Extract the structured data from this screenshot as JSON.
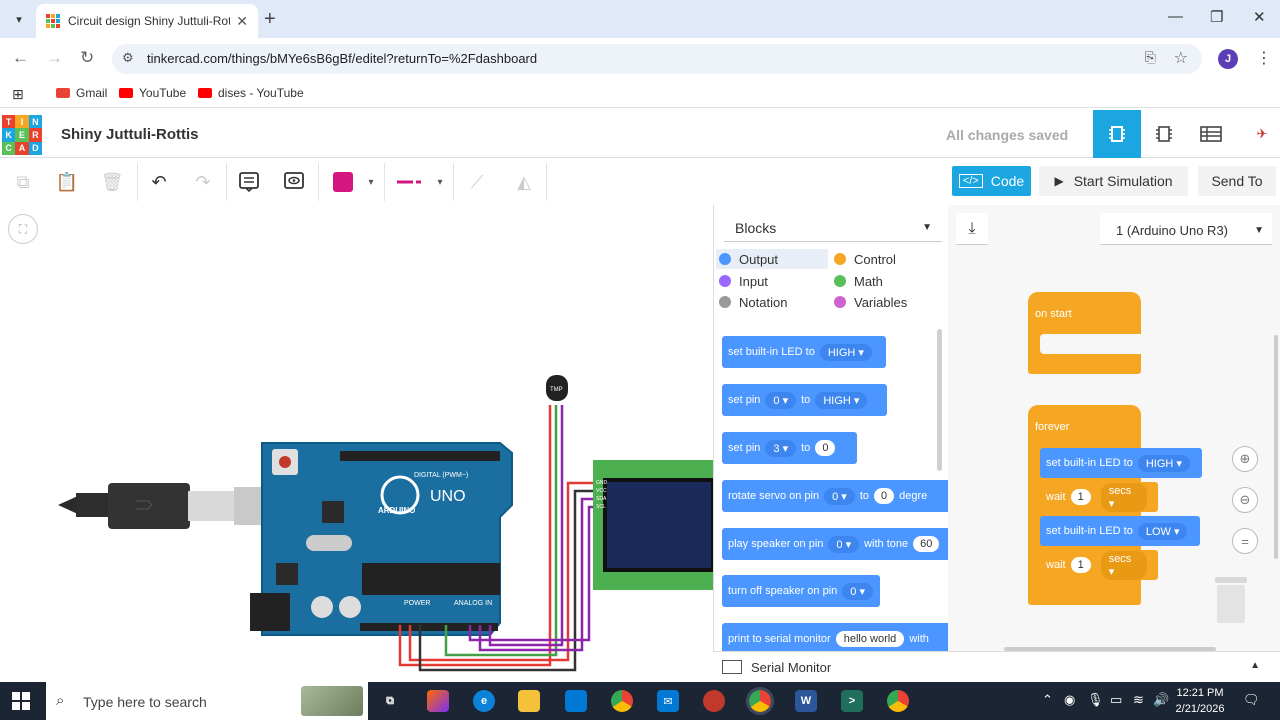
{
  "browser": {
    "tab_title": "Circuit design Shiny Juttuli-Rottis",
    "url": "tinkercad.com/things/bMYe6sB6gBf/editel?returnTo=%2Fdashboard",
    "profile_initial": "J",
    "bookmarks": [
      {
        "label": "Gmail",
        "color": "#ea4335"
      },
      {
        "label": "YouTube",
        "color": "#ff0000"
      },
      {
        "label": "dises - YouTube",
        "color": "#ff0000"
      }
    ]
  },
  "app": {
    "logo_letters": [
      "T",
      "I",
      "N",
      "K",
      "E",
      "R",
      "C",
      "A",
      "D"
    ],
    "project_name": "Shiny Juttuli-Rottis",
    "save_status": "All changes saved",
    "accent": "#1ba5e1",
    "wire_color": "#d4167f"
  },
  "toolbar": {
    "code_label": "Code",
    "start_sim_label": "Start Simulation",
    "send_to_label": "Send To"
  },
  "circuit": {
    "arduino_label": "ARDUINO",
    "uno_label": "UNO",
    "digital_label": "DIGITAL (PWM~)",
    "power_label": "POWER",
    "analog_label": "ANALOG IN",
    "sensor_label": "TMP",
    "lcd_pins": [
      "GND",
      "VCC",
      "SDA",
      "SCL"
    ]
  },
  "blocks_panel": {
    "dropdown": "Blocks",
    "categories": [
      {
        "label": "Output",
        "color": "#4c97ff"
      },
      {
        "label": "Control",
        "color": "#f5a623"
      },
      {
        "label": "Input",
        "color": "#9966ff"
      },
      {
        "label": "Math",
        "color": "#59c059"
      },
      {
        "label": "Notation",
        "color": "#999999"
      },
      {
        "label": "Variables",
        "color": "#cf63cf"
      }
    ],
    "blocks": {
      "b1_text": "set built-in LED to",
      "b1_value": "HIGH",
      "b2_text": "set pin",
      "b2_pin": "0",
      "b2_to": "to",
      "b2_value": "HIGH",
      "b3_text": "set pin",
      "b3_pin": "3",
      "b3_to": "to",
      "b3_value": "0",
      "b4_text": "rotate servo on pin",
      "b4_pin": "0",
      "b4_to": "to",
      "b4_value": "0",
      "b4_tail": "degre",
      "b5_text": "play speaker on pin",
      "b5_pin": "0",
      "b5_with": "with tone",
      "b5_value": "60",
      "b6_text": "turn off speaker on pin",
      "b6_pin": "0",
      "b7_text": "print to serial monitor",
      "b7_value": "hello world",
      "b7_with": "with"
    }
  },
  "workspace": {
    "board": "1 (Arduino Uno R3)",
    "on_start": "on start",
    "forever": "forever",
    "s1_text": "set built-in LED to",
    "s1_value": "HIGH",
    "s2_text": "wait",
    "s2_num": "1",
    "s2_unit": "secs",
    "s3_text": "set built-in LED to",
    "s3_value": "LOW",
    "s4_text": "wait",
    "s4_num": "1",
    "s4_unit": "secs"
  },
  "serial_monitor": {
    "label": "Serial Monitor"
  },
  "taskbar": {
    "search_placeholder": "Type here to search",
    "time": "12:21 PM",
    "date": "2/21/2026"
  }
}
